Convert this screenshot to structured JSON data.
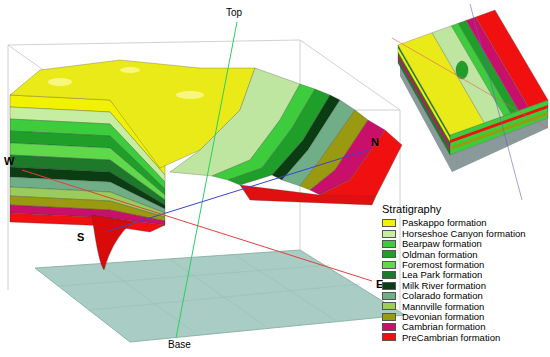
{
  "diagram": {
    "labels": [
      "Top",
      "Base",
      "N",
      "E",
      "W",
      "S",
      "Stratigraphy"
    ],
    "legend": [
      {
        "text": "Paskappo formation",
        "color": "#f2f200"
      },
      {
        "text": "Horseshoe Canyon formation",
        "color": "#c6eea0"
      },
      {
        "text": "Bearpaw formation",
        "color": "#3ccc3c"
      },
      {
        "text": "Oldman formation",
        "color": "#1f9e2a"
      },
      {
        "text": "Foremost formation",
        "color": "#5fd84a"
      },
      {
        "text": "Lea Park formation",
        "color": "#1e7a2a"
      },
      {
        "text": "Milk River formation",
        "color": "#0b3d12"
      },
      {
        "text": "Colarado formation",
        "color": "#6fae86"
      },
      {
        "text": "Mannville formation",
        "color": "#9acc5c"
      },
      {
        "text": "Devonian formation",
        "color": "#9a9a10"
      },
      {
        "text": "Cambrian formation",
        "color": "#c8106a"
      },
      {
        "text": "PreCambrian formation",
        "color": "#f01010"
      }
    ]
  }
}
